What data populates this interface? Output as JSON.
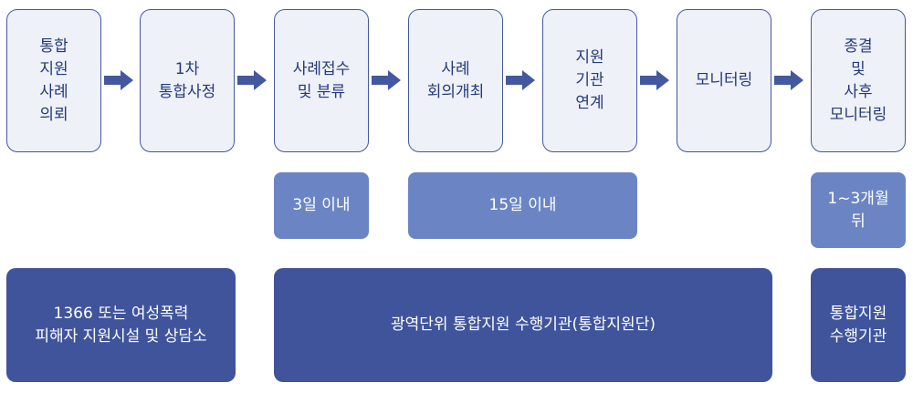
{
  "steps": [
    {
      "label": "통합\n지원\n사례\n의뢰"
    },
    {
      "label": "1차\n통합사정"
    },
    {
      "label": "사례접수\n및 분류"
    },
    {
      "label": "사례\n회의개최"
    },
    {
      "label": "지원\n기관\n연계"
    },
    {
      "label": "모니터링"
    },
    {
      "label": "종결\n및\n사후\n모니터링"
    }
  ],
  "durations": [
    {
      "label": "3일 이내"
    },
    {
      "label": "15일 이내"
    },
    {
      "label": "1~3개월\n뒤"
    }
  ],
  "organizations": [
    {
      "label": "1366 또는 여성폭력\n피해자 지원시설 및 상담소"
    },
    {
      "label": "광역단위 통합지원 수행기관(통합지원단)"
    },
    {
      "label": "통합지원\n수행기관"
    }
  ],
  "colors": {
    "step_fill": "#eef1f8",
    "step_border": "#44589f",
    "arrow": "#44589f",
    "duration_fill": "#6b85c4",
    "org_fill": "#3f549b"
  }
}
